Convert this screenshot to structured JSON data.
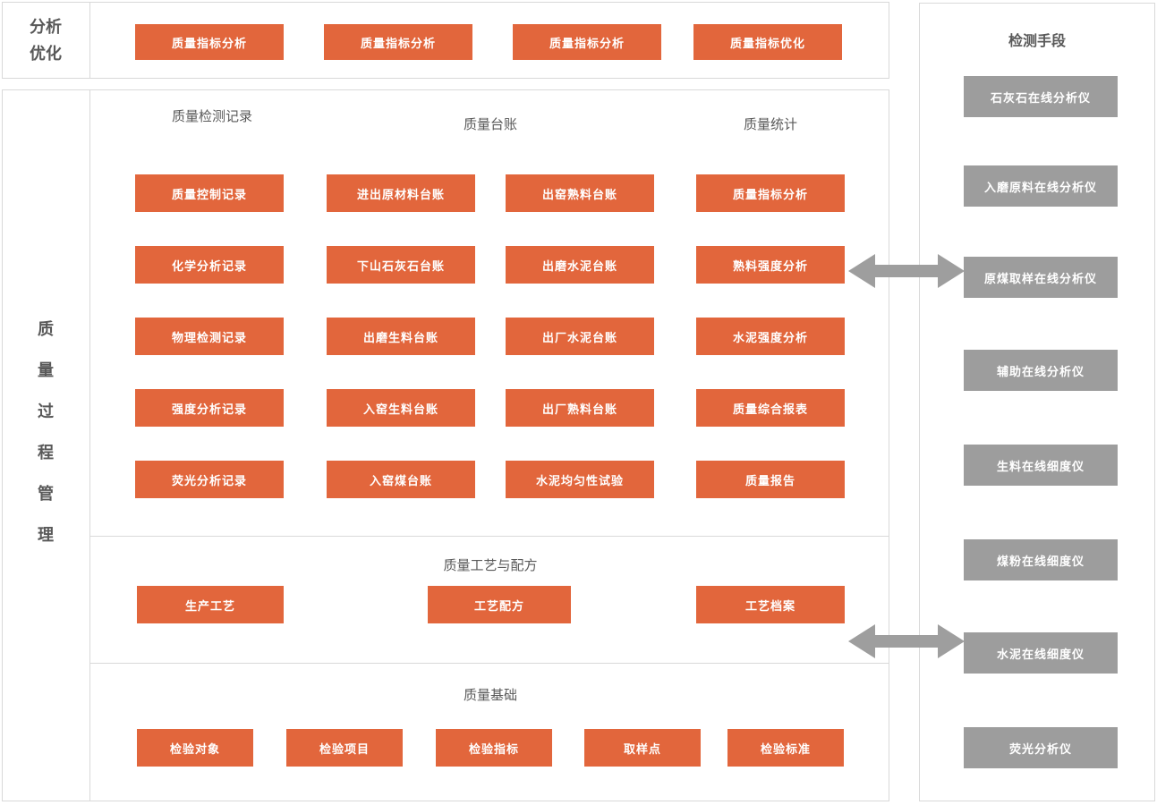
{
  "colors": {
    "accent": "#E2663C",
    "gray_button": "#9D9D9D",
    "border": "#D9D9D9",
    "label_text": "#595959",
    "arrow": "#9E9E9E"
  },
  "analysis_band": {
    "label": "分析优化",
    "buttons": [
      "质量指标分析",
      "质量指标分析",
      "质量指标分析",
      "质量指标优化"
    ]
  },
  "process_band": {
    "label": "质量过程管理",
    "records_section": {
      "headers": [
        "质量检测记录",
        "质量台账",
        "质量统计"
      ],
      "columns": [
        [
          "质量控制记录",
          "化学分析记录",
          "物理检测记录",
          "强度分析记录",
          "荧光分析记录"
        ],
        [
          "进出原材料台账",
          "下山石灰石台账",
          "出磨生料台账",
          "入窑生料台账",
          "入窑煤台账"
        ],
        [
          "出窑熟料台账",
          "出磨水泥台账",
          "出厂水泥台账",
          "出厂熟料台账",
          "水泥均匀性试验"
        ],
        [
          "质量指标分析",
          "熟料强度分析",
          "水泥强度分析",
          "质量综合报表",
          "质量报告"
        ]
      ]
    },
    "process_section": {
      "title": "质量工艺与配方",
      "buttons": [
        "生产工艺",
        "工艺配方",
        "工艺档案"
      ]
    },
    "basic_section": {
      "title": "质量基础",
      "buttons": [
        "检验对象",
        "检验项目",
        "检验指标",
        "取样点",
        "检验标准"
      ]
    }
  },
  "detection_panel": {
    "title": "检测手段",
    "buttons": [
      "石灰石在线分析仪",
      "入磨原料在线分析仪",
      "原煤取样在线分析仪",
      "辅助在线分析仪",
      "生料在线细度仪",
      "煤粉在线细度仪",
      "水泥在线细度仪",
      "荧光分析仪"
    ]
  }
}
